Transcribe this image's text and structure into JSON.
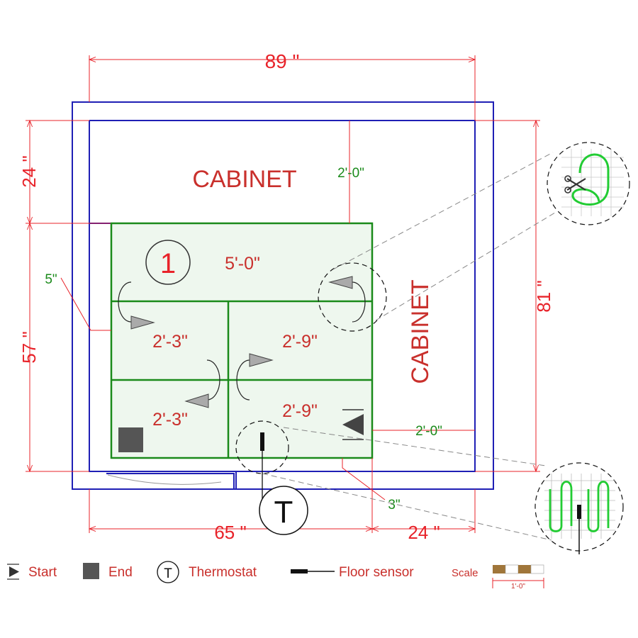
{
  "dimensions": {
    "overall_width": "89 \"",
    "upper_depth": "24 \"",
    "lower_depth": "57 \"",
    "right_height": "81 \"",
    "bottom_left": "65 \"",
    "bottom_right": "24 \""
  },
  "labels": {
    "cabinet_top": "CABINET",
    "cabinet_right": "CABINET",
    "offset_left": "5\"",
    "offset_top": "2'-0\"",
    "offset_right": "2'-0\"",
    "offset_bottom": "3\""
  },
  "runs": {
    "zone_number": "1",
    "top": "5'-0\"",
    "mid_left": "2'-3\"",
    "mid_right": "2'-9\"",
    "bottom_left": "2'-3\"",
    "bottom_right": "2'-9\""
  },
  "thermostat_symbol": "T",
  "legend": {
    "start": "Start",
    "end": "End",
    "thermostat": "Thermostat",
    "thermostat_symbol": "T",
    "floor_sensor": "Floor sensor",
    "scale": "Scale",
    "scale_unit": "1'-0\""
  },
  "colors": {
    "dimension_red": "#e8232a",
    "wall_blue": "#1f1fb5",
    "heating_green": "#1a8a1a",
    "zone_fill": "#eef7ee",
    "room_label_red": "#c9302c"
  }
}
